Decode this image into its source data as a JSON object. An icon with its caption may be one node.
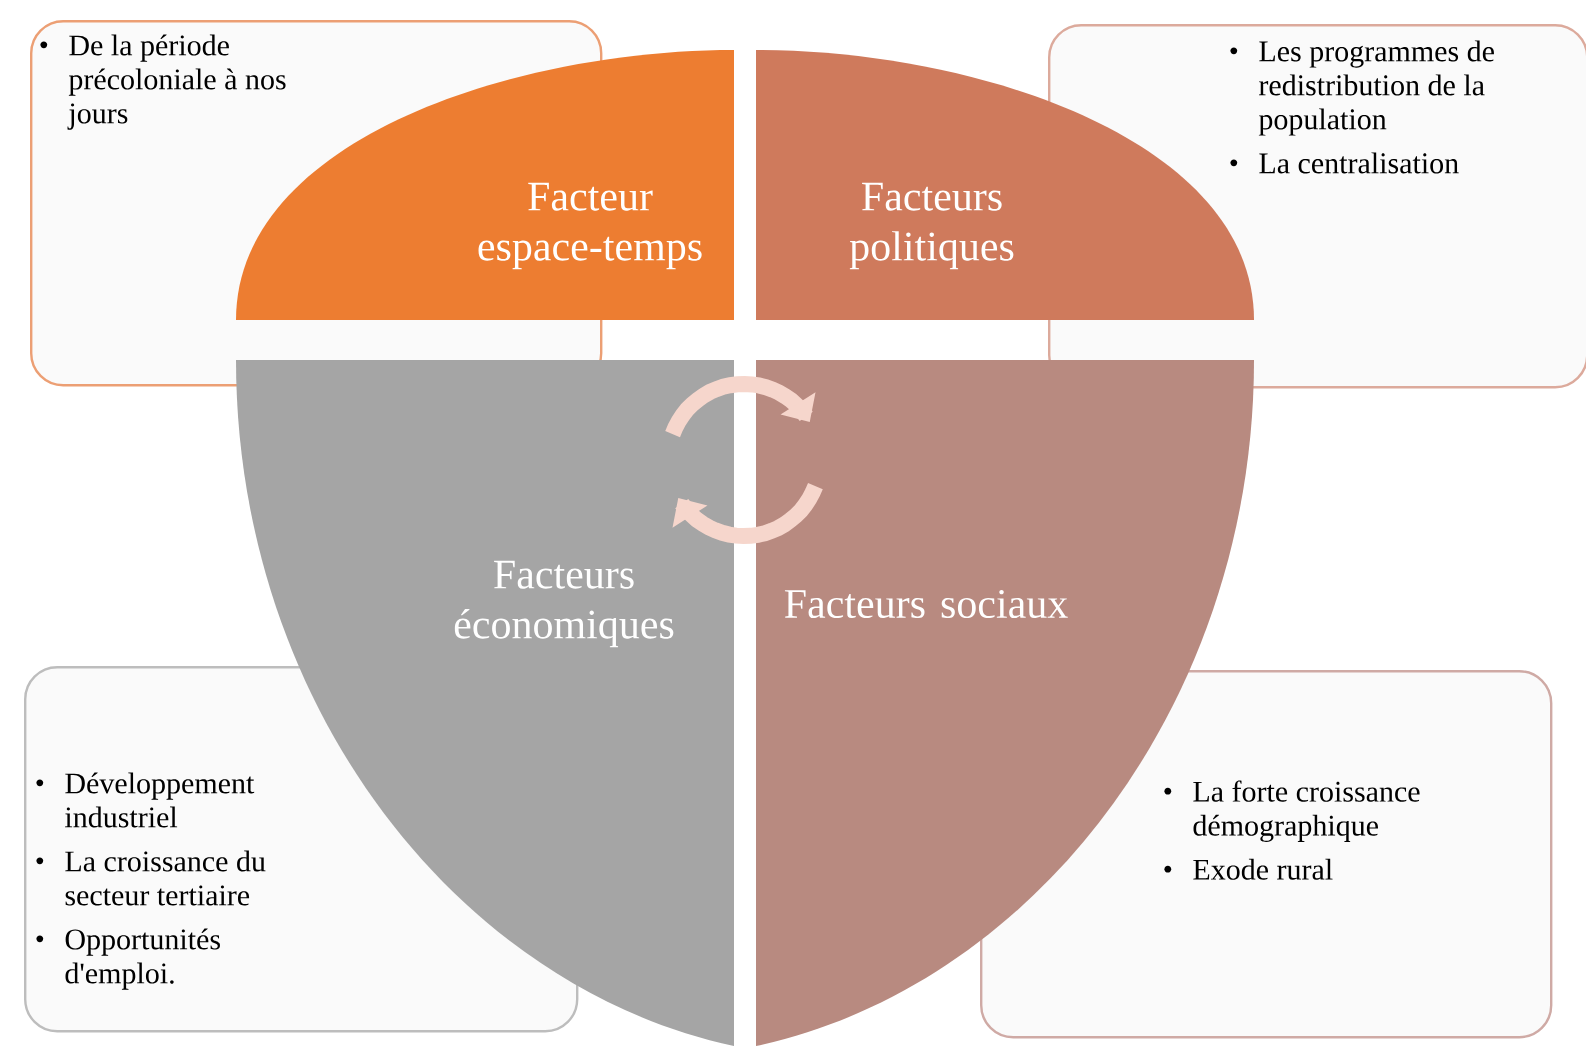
{
  "diagram": {
    "nodes": [
      {
        "text": [
          "De la période précoloniale à nos jours"
        ]
      },
      {
        "text": [
          "Facteur espace-temps"
        ]
      },
      {
        "text": [
          "Facteurs politiques"
        ]
      },
      {
        "text": [
          "Les programmes de redistribution de la population",
          "La centralisation"
        ]
      },
      {
        "text": [
          "Facteurs économiques"
        ]
      },
      {
        "text": [
          "Facteurs sociaux"
        ]
      },
      {
        "text": [
          "Développement industriel",
          "La croissance du secteur tertiaire",
          "Opportunités d'emploi."
        ]
      },
      {
        "text": [
          "La forte croissance démographique",
          "Exode rural"
        ]
      }
    ]
  }
}
